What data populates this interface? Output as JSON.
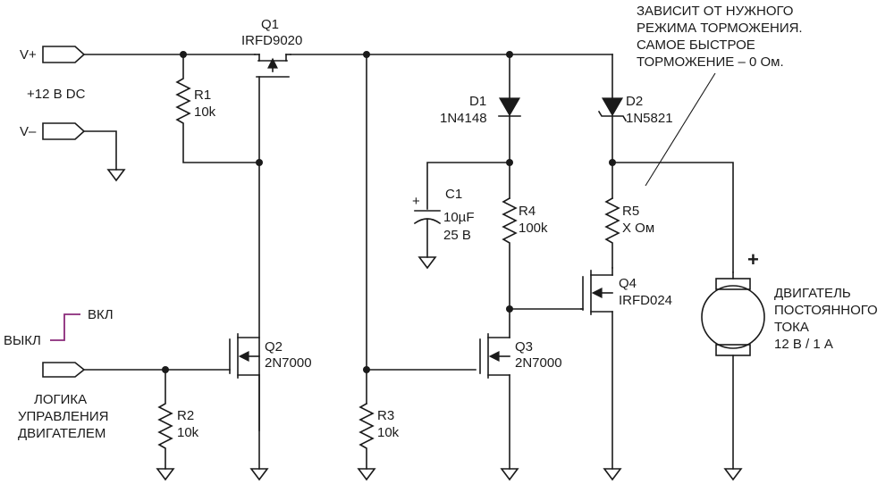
{
  "terminals": {
    "vplus": "V+",
    "vminus": "V–",
    "supply": "+12 В DC",
    "logic_line1": "ЛОГИКА",
    "logic_line2": "УПРАВЛЕНИЯ",
    "logic_line3": "ДВИГАТЕЛЕМ"
  },
  "signal": {
    "off": "ВЫКЛ",
    "on": "ВКЛ"
  },
  "components": {
    "q1": {
      "ref": "Q1",
      "part": "IRFD9020"
    },
    "q2": {
      "ref": "Q2",
      "part": "2N7000"
    },
    "q3": {
      "ref": "Q3",
      "part": "2N7000"
    },
    "q4": {
      "ref": "Q4",
      "part": "IRFD024"
    },
    "r1": {
      "ref": "R1",
      "value": "10k"
    },
    "r2": {
      "ref": "R2",
      "value": "10k"
    },
    "r3": {
      "ref": "R3",
      "value": "10k"
    },
    "r4": {
      "ref": "R4",
      "value": "100k"
    },
    "r5": {
      "ref": "R5",
      "value": "X Ом"
    },
    "c1": {
      "ref": "C1",
      "value": "10µF",
      "voltage": "25 В",
      "polarity": "+"
    },
    "d1": {
      "ref": "D1",
      "part": "1N4148"
    },
    "d2": {
      "ref": "D2",
      "part": "1N5821"
    }
  },
  "motor": {
    "polarity": "+",
    "line1": "ДВИГАТЕЛЬ",
    "line2": "ПОСТОЯННОГО",
    "line3": "ТОКА",
    "line4": "12 В / 1 А"
  },
  "note": {
    "line1": "ЗАВИСИТ ОТ НУЖНОГО",
    "line2": "РЕЖИМА ТОРМОЖЕНИЯ.",
    "line3": "САМОЕ БЫСТРОЕ",
    "line4": "ТОРМОЖЕНИЕ – 0 Ом."
  },
  "colors": {
    "ink": "#1a1a1a",
    "signal": "#8a2a7a",
    "background": "#ffffff"
  }
}
